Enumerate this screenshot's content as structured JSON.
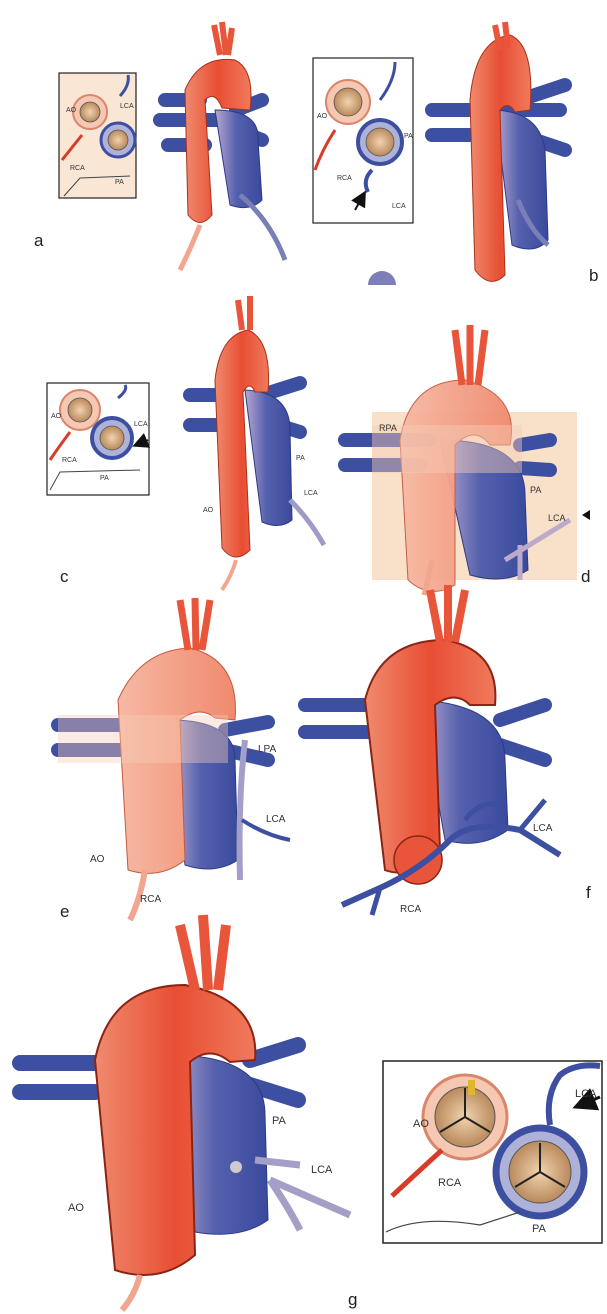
{
  "panels": [
    {
      "letter": "a",
      "inset_labels": [
        "AO",
        "LCA",
        "RCA",
        "PA"
      ],
      "vessel_labels": []
    },
    {
      "letter": "b",
      "inset_labels": [
        "AO",
        "PA",
        "RCA",
        "LCA"
      ],
      "vessel_labels": []
    },
    {
      "letter": "c",
      "inset_labels": [
        "AO",
        "LCA",
        "RCA",
        "PA"
      ],
      "vessel_labels": [
        "PA",
        "LCA",
        "AO"
      ]
    },
    {
      "letter": "d",
      "inset_labels": [],
      "vessel_labels": [
        "RPA",
        "PA",
        "LCA"
      ]
    },
    {
      "letter": "e",
      "inset_labels": [],
      "vessel_labels": [
        "LPA",
        "LCA",
        "AO",
        "RCA"
      ]
    },
    {
      "letter": "f",
      "inset_labels": [],
      "vessel_labels": [
        "LCA",
        "RCA"
      ]
    },
    {
      "letter": "g",
      "inset_labels": [
        "LCA",
        "AO",
        "RCA",
        "PA"
      ],
      "vessel_labels": [
        "PA",
        "LCA",
        "AO"
      ]
    }
  ],
  "colors": {
    "aorta": "#e8553a",
    "aorta_light": "#f2a58f",
    "pulmonary": "#3d4fa0",
    "pulmonary_light": "#8f93c7",
    "inset_bg": "#f8e3cf",
    "valve": "#c49a6c",
    "arrow": "#111111"
  }
}
